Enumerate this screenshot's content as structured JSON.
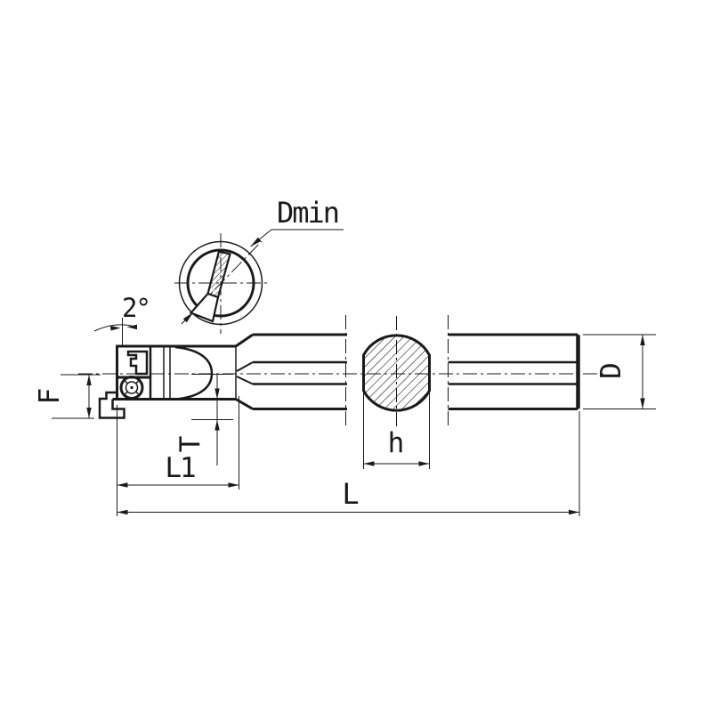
{
  "drawing": {
    "type": "technical-drawing",
    "subject": "internal grooving boring bar, side view with section and Dmin detail",
    "background_color": "#ffffff",
    "line_color": "#1a1a1a",
    "labels": {
      "dmin": "Dmin",
      "angle": "2°",
      "f": "F",
      "t": "T",
      "l1": "L1",
      "l": "L",
      "h": "h",
      "d": "D"
    }
  }
}
